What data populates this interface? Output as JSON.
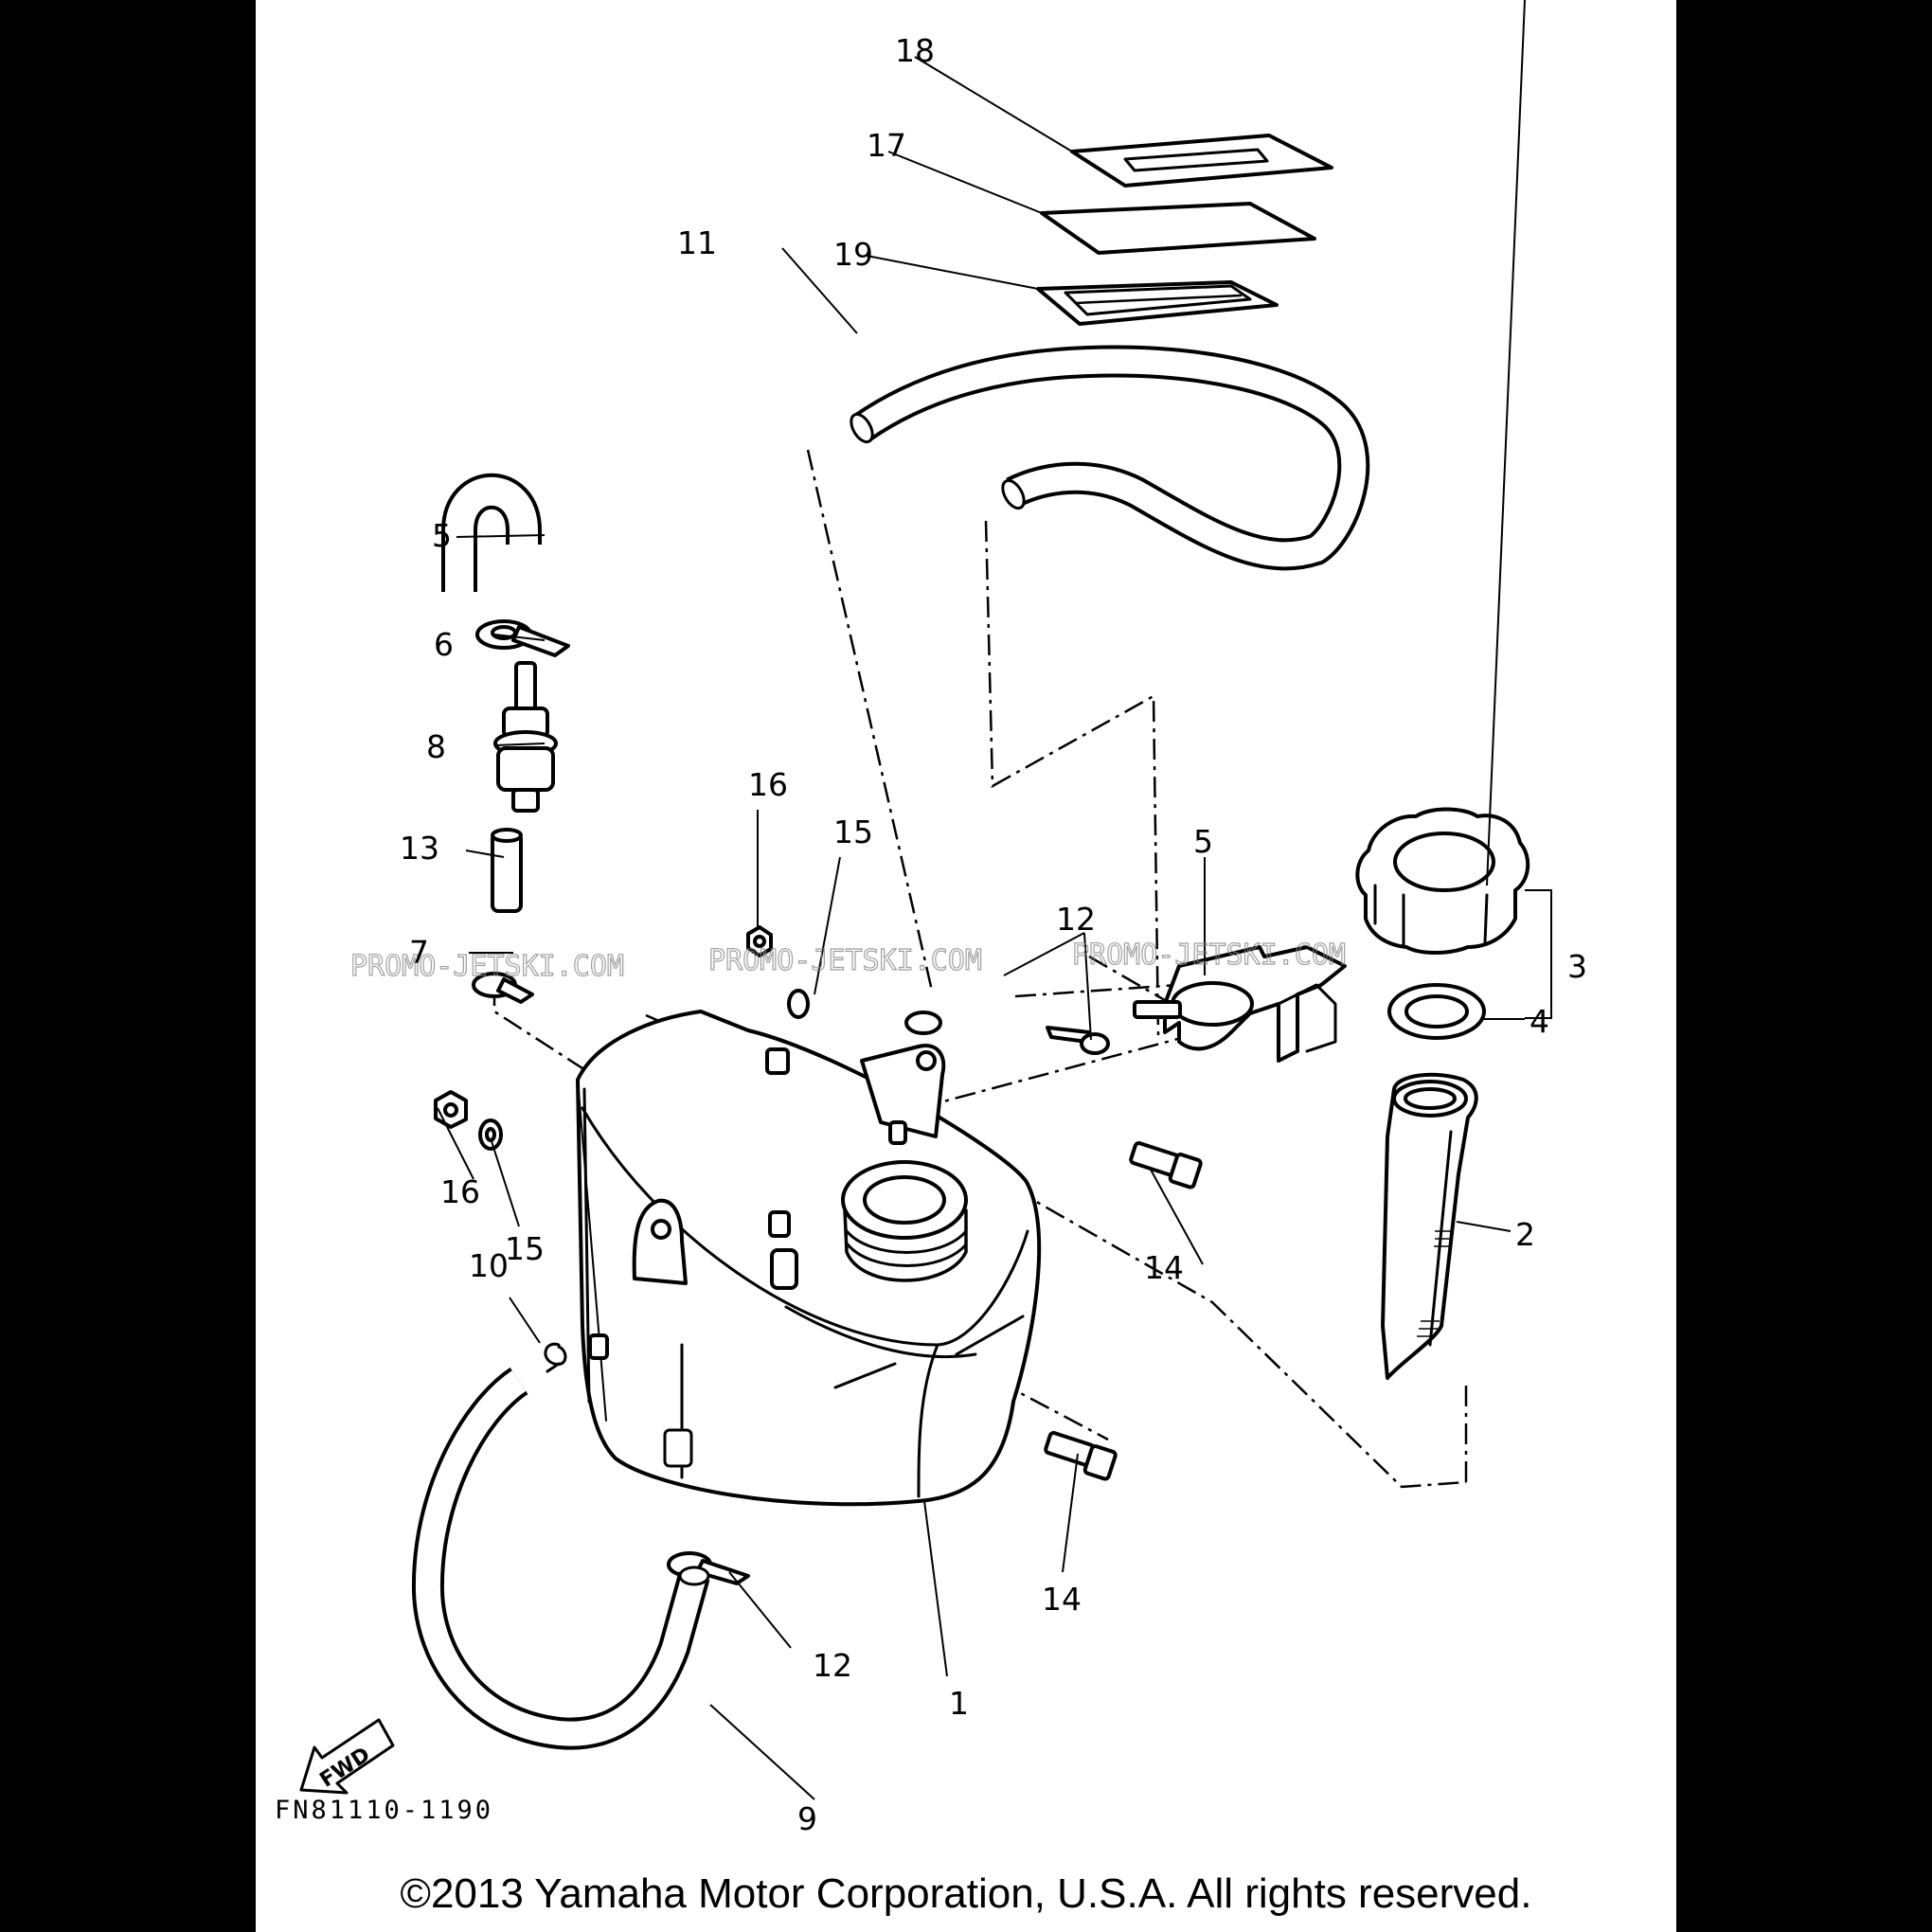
{
  "diagram": {
    "callouts": [
      "1",
      "2",
      "3",
      "4",
      "5",
      "6",
      "7",
      "7",
      "8",
      "9",
      "10",
      "11",
      "12",
      "12",
      "12",
      "13",
      "14",
      "14",
      "15",
      "15",
      "16",
      "16",
      "17",
      "18",
      "19"
    ],
    "fwd_label": "FWD",
    "reference_code": "FN81110-1190",
    "watermark": "PROMO-JETSKI.COM",
    "copyright": "©2013 Yamaha Motor Corporation, U.S.A. All rights reserved."
  }
}
